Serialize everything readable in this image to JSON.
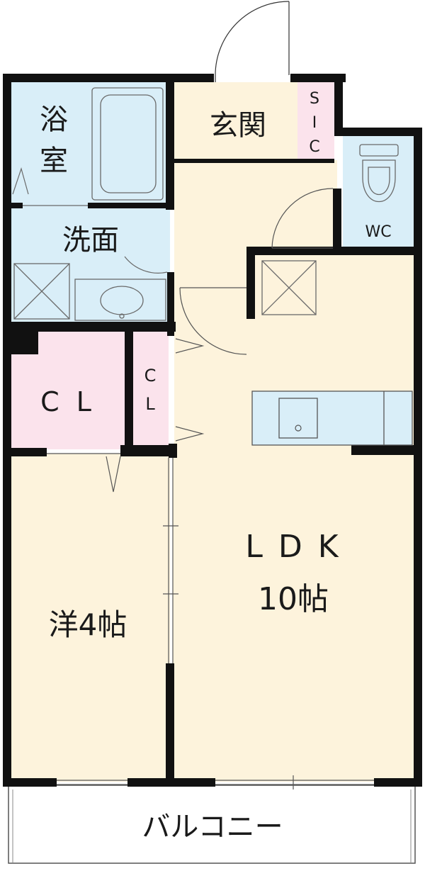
{
  "colors": {
    "wall": "#111111",
    "wet_area": "#d9eef8",
    "living": "#fdf3dc",
    "closet": "#fbe3ec",
    "balcony": "#ffffff",
    "fixture_line": "#6a6a6a"
  },
  "rooms": {
    "bath": {
      "label_1": "浴",
      "label_2": "室"
    },
    "washroom": {
      "label": "洗面"
    },
    "entrance": {
      "label": "玄関"
    },
    "sic": {
      "label_1": "S",
      "label_2": "I",
      "label_3": "C"
    },
    "wc": {
      "label": "WC"
    },
    "closet": {
      "label": "C L"
    },
    "small_closet": {
      "label_1": "C",
      "label_2": "L"
    },
    "ldk": {
      "label_1": "L D K",
      "label_2": "10帖"
    },
    "western_room": {
      "label": "洋4帖"
    },
    "balcony": {
      "label": "バルコニー"
    }
  }
}
